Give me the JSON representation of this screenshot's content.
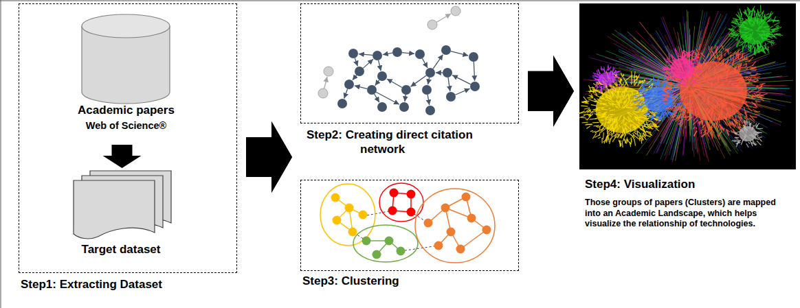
{
  "diagram": {
    "nodes": [
      {
        "text": [
          "Step1: Extracting Dataset"
        ]
      },
      {
        "text": [
          "Academic papers",
          "Web of Science®"
        ],
        "in": 0
      },
      {
        "text": [
          "Target dataset"
        ],
        "in": 0
      },
      {
        "text": [
          "Step2: Creating direct citation network"
        ]
      },
      {
        "text": [
          "Step3: Clustering"
        ]
      },
      {
        "text": [
          "Step4: Visualization",
          "Those groups of papers (Clusters) are mapped into an Academic Landscape, which helps visualize the relationship of technologies."
        ]
      }
    ],
    "edges": [
      {
        "from": 1,
        "to": 2,
        "arrow": "to"
      },
      {
        "from": 0,
        "to": 3,
        "arrow": "to"
      },
      {
        "from": 0,
        "to": 4,
        "arrow": "to"
      },
      {
        "from": 3,
        "to": 5,
        "arrow": "to"
      },
      {
        "from": 4,
        "to": 5,
        "arrow": "to"
      }
    ]
  }
}
